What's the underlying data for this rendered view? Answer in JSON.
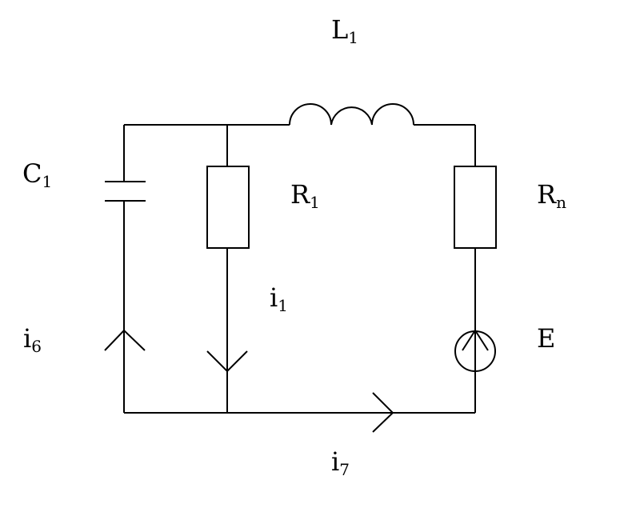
{
  "labels": {
    "L1": {
      "main": "L",
      "sub": "1"
    },
    "C1": {
      "main": "C",
      "sub": "1"
    },
    "R1": {
      "main": "R",
      "sub": "1"
    },
    "Rn": {
      "main": "R",
      "sub": "n"
    },
    "i1": {
      "main": "i",
      "sub": "1"
    },
    "i6": {
      "main": "i",
      "sub": "6"
    },
    "i7": {
      "main": "i",
      "sub": "7"
    },
    "E": {
      "main": "E"
    }
  }
}
